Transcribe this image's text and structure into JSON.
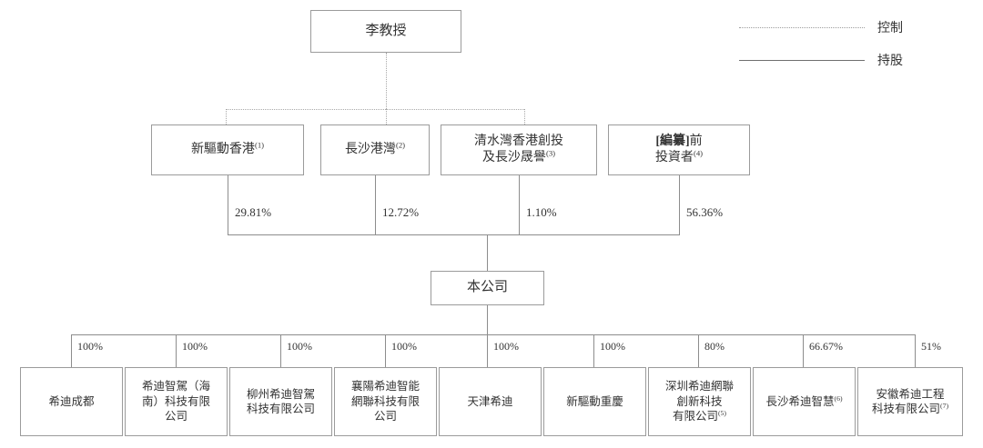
{
  "legend": {
    "items": [
      {
        "style": "dotted",
        "label": "控制",
        "icon": "dotted-line-icon"
      },
      {
        "style": "solid",
        "label": "持股",
        "icon": "solid-line-icon"
      }
    ]
  },
  "root": {
    "label": "李教授"
  },
  "shareholders": [
    {
      "label": "新驅動香港",
      "note": "(1)",
      "pct": "29.81%",
      "controlled": true
    },
    {
      "label": "長沙港灣",
      "note": "(2)",
      "pct": "12.72%",
      "controlled": true
    },
    {
      "label": "清水灣香港創投",
      "label2": "及長沙晟譽",
      "note": "(3)",
      "pct": "1.10%",
      "controlled": true
    },
    {
      "label_bold": "[編纂]",
      "label": "前",
      "label2": "投資者",
      "note": "(4)",
      "pct": "56.36%",
      "controlled": false
    }
  ],
  "company": {
    "label": "本公司"
  },
  "subsidiaries": [
    {
      "lines": [
        "希迪成都"
      ],
      "note": "",
      "pct": "100%"
    },
    {
      "lines": [
        "希迪智駕（海",
        "南）科技有限",
        "公司"
      ],
      "note": "",
      "pct": "100%"
    },
    {
      "lines": [
        "柳州希迪智駕",
        "科技有限公司"
      ],
      "note": "",
      "pct": "100%"
    },
    {
      "lines": [
        "襄陽希迪智能",
        "網聯科技有限",
        "公司"
      ],
      "note": "",
      "pct": "100%"
    },
    {
      "lines": [
        "天津希迪"
      ],
      "note": "",
      "pct": "100%"
    },
    {
      "lines": [
        "新驅動重慶"
      ],
      "note": "",
      "pct": "100%"
    },
    {
      "lines": [
        "深圳希迪網聯",
        "創新科技",
        "有限公司"
      ],
      "note": "(5)",
      "pct": "80%"
    },
    {
      "lines": [
        "長沙希迪智慧"
      ],
      "note": "(6)",
      "pct": "66.67%"
    },
    {
      "lines": [
        "安徽希迪工程",
        "科技有限公司"
      ],
      "note": "(7)",
      "pct": "51%"
    }
  ],
  "colors": {
    "box_border": "#9b9b9b",
    "solid_line": "#8d8d8d",
    "dotted_line": "#a8a8a8",
    "text": "#333333",
    "background": "#ffffff"
  }
}
